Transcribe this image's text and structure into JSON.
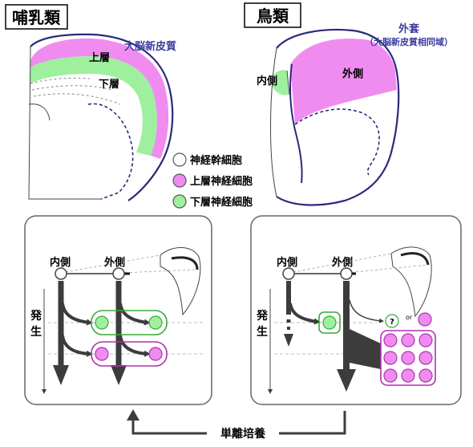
{
  "mammal": {
    "title": "哺乳類",
    "region": "大脳新皮質",
    "upper_layer": "上層",
    "lower_layer": "下層"
  },
  "bird": {
    "title": "鳥類",
    "outer_region": "外套",
    "outer_region_note": "（大脳新皮質相同域）",
    "medial": "内側",
    "lateral": "外側"
  },
  "legend": {
    "items": [
      {
        "label": "神経幹細胞",
        "color": "#ffffff"
      },
      {
        "label": "上層神経細胞",
        "color": "#f08cf0"
      },
      {
        "label": "下層神経細胞",
        "color": "#9ef09e"
      }
    ]
  },
  "panel_left": {
    "medial": "内側",
    "lateral": "外側",
    "axis_label": "発生"
  },
  "panel_right": {
    "medial": "内側",
    "lateral": "外側",
    "axis_label": "発生",
    "unknown_mark": "?",
    "or_label": "or"
  },
  "bottom": {
    "label": "単離培養"
  },
  "colors": {
    "outline_navy": "#2a2a7a",
    "title_blue": "#3a3aa0",
    "magenta": "#f08cf0",
    "magenta_stroke": "#b030b0",
    "green": "#9ef09e",
    "green_stroke": "#3aaa3a",
    "arrow_gray": "#3c3c3c"
  }
}
